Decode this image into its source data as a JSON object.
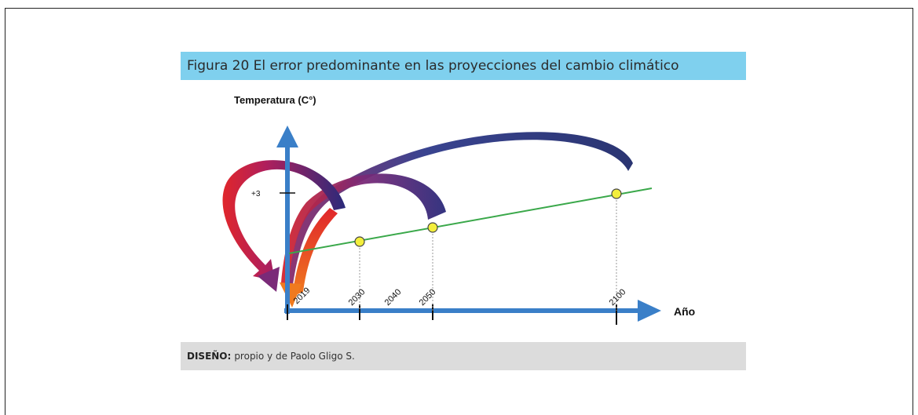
{
  "figure": {
    "title": "Figura 20 El error predominante en las proyecciones  del cambio climático",
    "y_axis_label": "Temperatura (C°)",
    "x_axis_label": "Año",
    "y_tick_label": "+3",
    "x_tick_labels": [
      "2019",
      "2030",
      "2040",
      "2050",
      "2100"
    ],
    "credit_label": "DISEÑO:",
    "credit_text": "propio y de Paolo Gligo S."
  },
  "colors": {
    "title_bar": "#7fd0ee",
    "credit_bar": "#dcdcdc",
    "axis": "#3a7fc8",
    "trend_line": "#3aa84a",
    "marker_fill": "#f3ee3c",
    "arrow_dark": "#2a2a7a",
    "arrow_red": "#e0262b",
    "arrow_orange": "#f07a1e"
  }
}
